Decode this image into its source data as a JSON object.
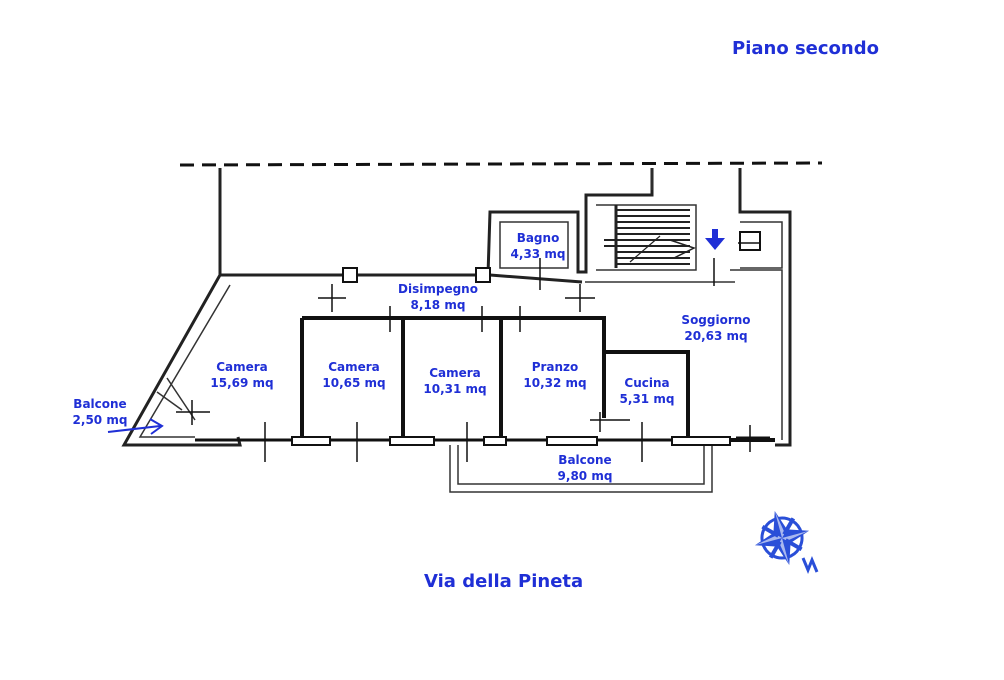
{
  "plan": {
    "floor_title": "Piano secondo",
    "street": "Via della Pineta",
    "rooms": [
      {
        "id": "bagno",
        "name": "Bagno",
        "area": "4,33 mq"
      },
      {
        "id": "disimpegno",
        "name": "Disimpegno",
        "area": "8,18 mq"
      },
      {
        "id": "soggiorno",
        "name": "Soggiorno",
        "area": "20,63 mq"
      },
      {
        "id": "camera1",
        "name": "Camera",
        "area": "15,69 mq"
      },
      {
        "id": "camera2",
        "name": "Camera",
        "area": "10,65 mq"
      },
      {
        "id": "camera3",
        "name": "Camera",
        "area": "10,31 mq"
      },
      {
        "id": "pranzo",
        "name": "Pranzo",
        "area": "10,32 mq"
      },
      {
        "id": "cucina",
        "name": "Cucina",
        "area": "5,31 mq"
      },
      {
        "id": "balcone-small",
        "name": "Balcone",
        "area": "2,50 mq"
      },
      {
        "id": "balcone-large",
        "name": "Balcone",
        "area": "9,80 mq"
      }
    ],
    "compass_icon": "compass-rose-icon",
    "entrance_icon": "arrow-down-icon",
    "accent_color": "#1f2fd6",
    "wall_color": "#111111"
  }
}
